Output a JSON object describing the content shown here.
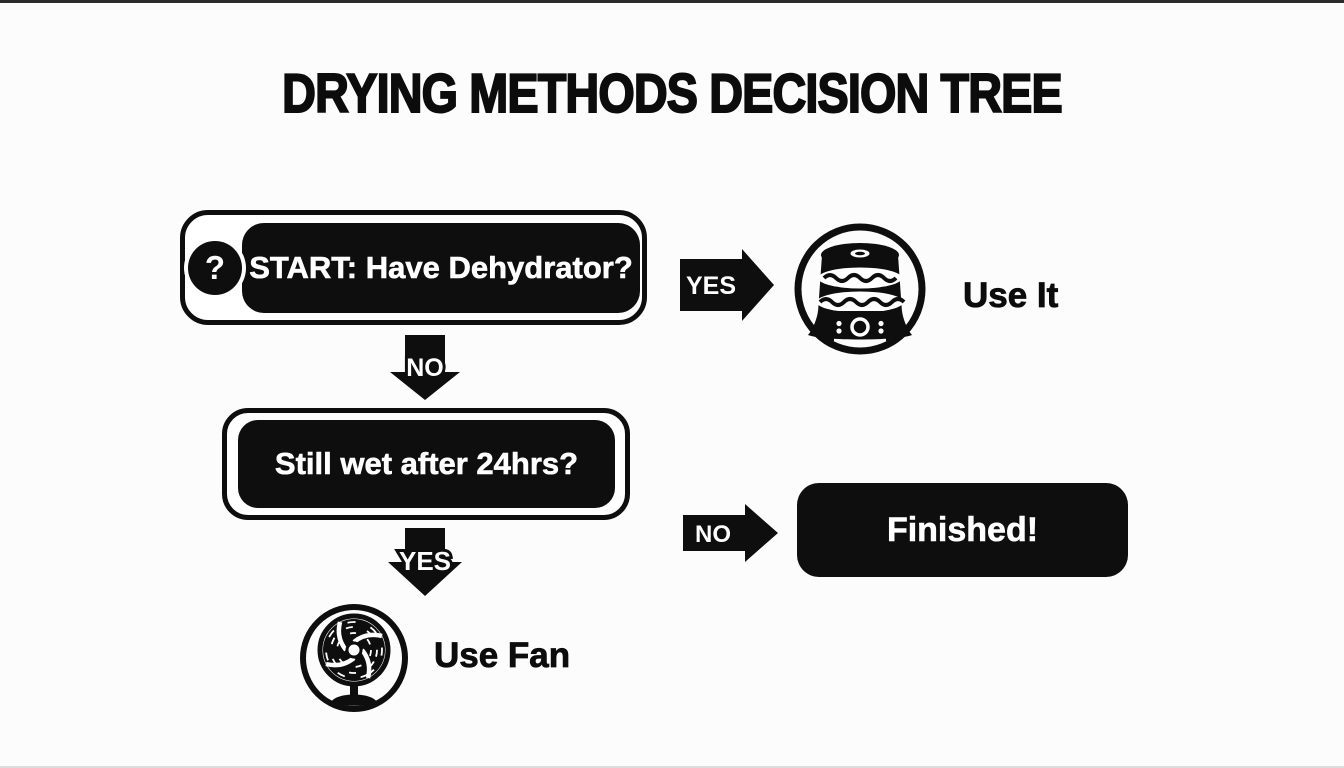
{
  "title": "DRYING METHODS DECISION TREE",
  "colors": {
    "ink": "#0e0e0e",
    "background": "#fcfcfc",
    "text_on_ink": "#ffffff"
  },
  "nodes": {
    "start": {
      "badge": "?",
      "label": "START: Have Dehydrator?"
    },
    "still_wet": {
      "label": "Still wet after 24hrs?"
    },
    "finished": {
      "label": "Finished!"
    },
    "use_it": {
      "label": "Use It",
      "icon": "dehydrator-icon"
    },
    "use_fan": {
      "label": "Use Fan",
      "icon": "fan-icon"
    }
  },
  "edges": {
    "start_yes": {
      "label": "YES",
      "direction": "right"
    },
    "start_no": {
      "label": "NO",
      "direction": "down"
    },
    "wet_no": {
      "label": "NO",
      "direction": "right"
    },
    "wet_yes": {
      "label": "YES",
      "direction": "down"
    }
  }
}
